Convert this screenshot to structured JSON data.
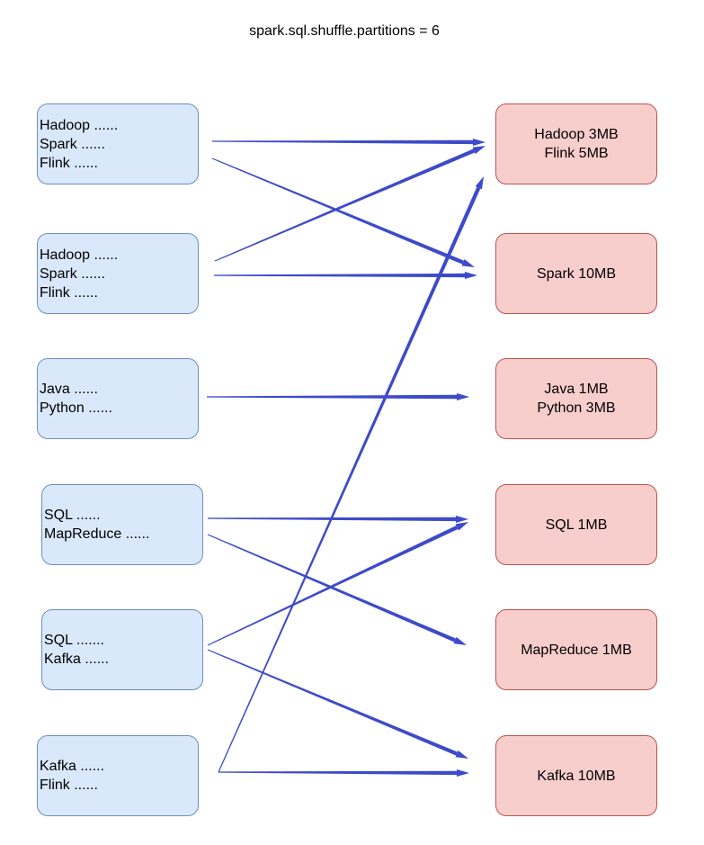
{
  "title": "spark.sql.shuffle.partitions = 6",
  "colors": {
    "source_fill": "#dae8fc",
    "source_border": "#6c8ebf",
    "target_fill": "#f8cecc",
    "target_border": "#b85450",
    "arrow": "#3d4ac9"
  },
  "sources": [
    {
      "lines": [
        "Hadoop ......",
        "Spark ......",
        "Flink ......"
      ]
    },
    {
      "lines": [
        "Hadoop ......",
        "Spark ......",
        "Flink ......"
      ]
    },
    {
      "lines": [
        "Java ......",
        "Python ......"
      ]
    },
    {
      "lines": [
        "SQL ......",
        "MapReduce ......"
      ]
    },
    {
      "lines": [
        "SQL .......",
        "Kafka ......"
      ]
    },
    {
      "lines": [
        "Kafka ......",
        "Flink ......"
      ]
    }
  ],
  "targets": [
    {
      "lines": [
        "Hadoop 3MB",
        "Flink 5MB"
      ]
    },
    {
      "lines": [
        "Spark 10MB"
      ]
    },
    {
      "lines": [
        "Java 1MB",
        "Python 3MB"
      ]
    },
    {
      "lines": [
        "SQL 1MB"
      ]
    },
    {
      "lines": [
        "MapReduce 1MB"
      ]
    },
    {
      "lines": [
        "Kafka 10MB"
      ]
    }
  ]
}
